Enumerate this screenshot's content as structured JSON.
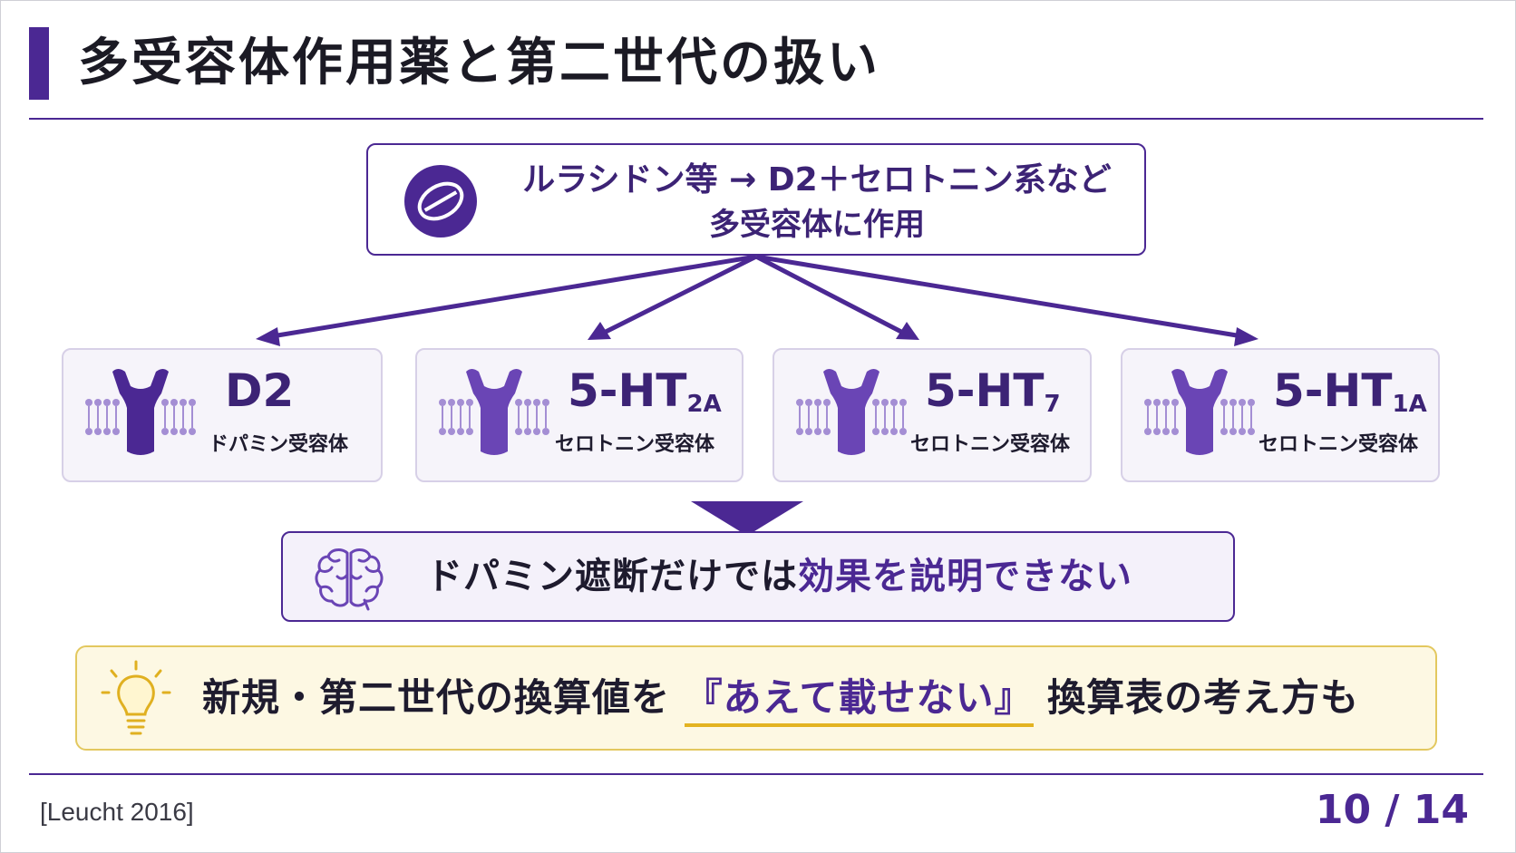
{
  "title": "多受容体作用薬と第二世代の扱い",
  "drug": {
    "icon": "pill-icon",
    "line1": "ルラシドン等 → D2＋セロトニン系など",
    "line2": "多受容体に作用"
  },
  "receptors": [
    {
      "icon": "receptor-membrane-icon",
      "name": "D2",
      "sub": "",
      "desc": "ドパミン受容体"
    },
    {
      "icon": "receptor-membrane-icon",
      "name": "5-HT",
      "sub": "2A",
      "desc": "セロトニン受容体"
    },
    {
      "icon": "receptor-membrane-icon",
      "name": "5-HT",
      "sub": "7",
      "desc": "セロトニン受容体"
    },
    {
      "icon": "receptor-membrane-icon",
      "name": "5-HT",
      "sub": "1A",
      "desc": "セロトニン受容体"
    }
  ],
  "conclusion": {
    "icon": "brain-icon",
    "text_plain": "ドパミン遮断だけでは",
    "text_highlight": "効果を説明できない"
  },
  "tip": {
    "icon": "lightbulb-icon",
    "text_before": "新規・第二世代の換算値を",
    "text_highlight": "『あえて載せない』",
    "text_after": "換算表の考え方も"
  },
  "footer": {
    "citation": "[Leucht 2016]",
    "page": "10 / 14"
  },
  "colors": {
    "accent": "#4b2893",
    "card_bg": "#f6f4fa",
    "tip_border": "#e3c85f",
    "tip_bg": "#fdf8e3"
  }
}
